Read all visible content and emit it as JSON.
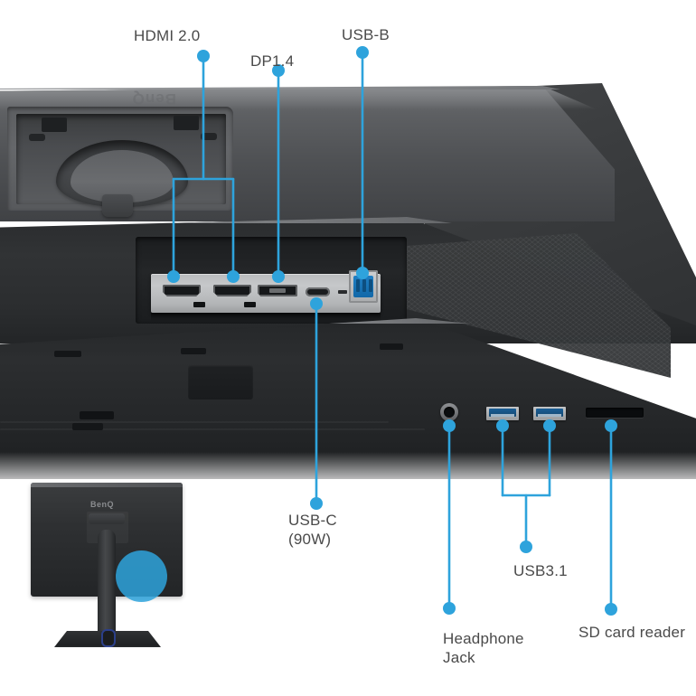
{
  "page": {
    "title": "BenQ monitor rear I/O port diagram",
    "background_color": "#ffffff",
    "accent_color": "#2ea3dc",
    "label_color": "#4a4a4a",
    "brand": "BenQ"
  },
  "callouts": [
    {
      "id": "hdmi",
      "label": "HDMI 2.0",
      "targets": 2,
      "points_to": "hdmi-ports"
    },
    {
      "id": "dp",
      "label": "DP1.4",
      "targets": 1,
      "points_to": "displayport-port"
    },
    {
      "id": "usbb",
      "label": "USB-B",
      "targets": 1,
      "points_to": "usb-b-port"
    },
    {
      "id": "usbc",
      "label": "USB-C\n(90W)",
      "targets": 1,
      "points_to": "usb-c-port"
    },
    {
      "id": "headphone",
      "label": "Headphone\nJack",
      "targets": 1,
      "points_to": "headphone-jack"
    },
    {
      "id": "usb31",
      "label": "USB3.1",
      "targets": 2,
      "points_to": "usb31-ports"
    },
    {
      "id": "sdreader",
      "label": "SD card reader",
      "targets": 1,
      "points_to": "sd-card-reader"
    }
  ],
  "ports": {
    "top_row": [
      {
        "name": "HDMI 2.0",
        "icon": "hdmi-port-icon"
      },
      {
        "name": "HDMI 2.0",
        "icon": "hdmi-port-icon"
      },
      {
        "name": "DP1.4",
        "icon": "displayport-port-icon"
      },
      {
        "name": "USB-C (90W)",
        "icon": "usb-c-port-icon"
      },
      {
        "name": "USB-B",
        "icon": "usb-b-port-icon"
      }
    ],
    "bottom_row": [
      {
        "name": "Headphone Jack",
        "icon": "headphone-jack-icon"
      },
      {
        "name": "USB3.1",
        "icon": "usb-a-port-icon"
      },
      {
        "name": "USB3.1",
        "icon": "usb-a-port-icon"
      },
      {
        "name": "SD card reader",
        "icon": "sd-card-slot-icon"
      }
    ]
  },
  "thumbnail": {
    "brand_logo": "BenQ",
    "caption": "",
    "highlight_color": "#2ea3dc"
  }
}
